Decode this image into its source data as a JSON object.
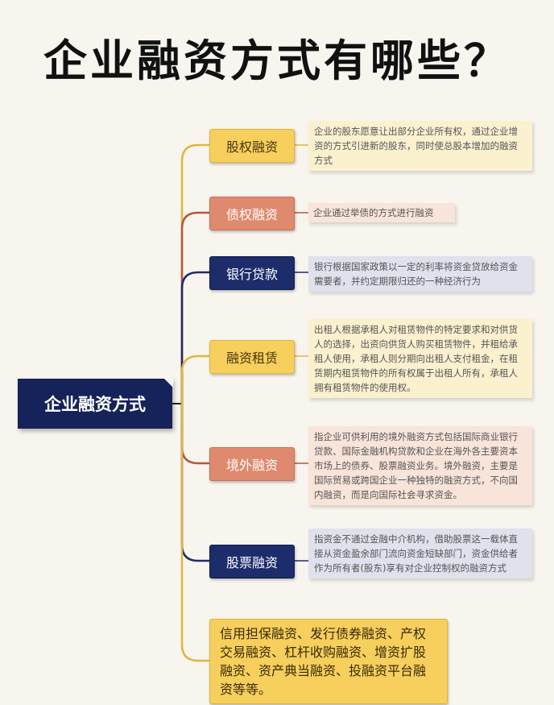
{
  "title": "企业融资方式有哪些？",
  "root": {
    "label": "企业融资方式"
  },
  "branches": [
    {
      "label": "股权融资",
      "description": "企业的股东愿意让出部分企业所有权，通过企业增资的方式引进新的股东，同时使总股本增加的融资方式",
      "color": "#f6cf5c"
    },
    {
      "label": "债权融资",
      "description": "企业通过举债的方式进行融资",
      "color": "#df8a6e"
    },
    {
      "label": "银行贷款",
      "description": "银行根据国家政策以一定的利率将资金贷放给资金需要者，并约定期限归还的一种经济行为",
      "color": "#1d2c6b"
    },
    {
      "label": "融资租赁",
      "description": "出租人根据承租人对租赁物件的特定要求和对供货人的选择，出资向供货人购买租赁物件，并租给承租人使用，承租人则分期向出租人支付租金，在租赁期内租赁物件的所有权属于出租人所有，承租人拥有租赁物件的使用权。",
      "color": "#f6cf5c"
    },
    {
      "label": "境外融资",
      "description": "指企业可供利用的境外融资方式包括国际商业银行贷款、国际金融机构贷款和企业在海外各主要资本市场上的债券、股票融资业务。境外融资，主要是国际贸易或跨国企业一种独特的融资方式，不向国内融资，而是向国际社会寻求资金。",
      "color": "#df8a6e"
    },
    {
      "label": "股票融资",
      "description": "指资金不通过金融中介机构，借助股票这一载体直接从资金盈余部门流向资金短缺部门，资金供给者作为所有者(股东)享有对企业控制权的融资方式",
      "color": "#1d2c6b"
    }
  ],
  "others": {
    "text": "信用担保融资、发行债券融资、产权交易融资、杠杆收购融资、增资扩股融资、资产典当融资、投融资平台融资等等。"
  }
}
